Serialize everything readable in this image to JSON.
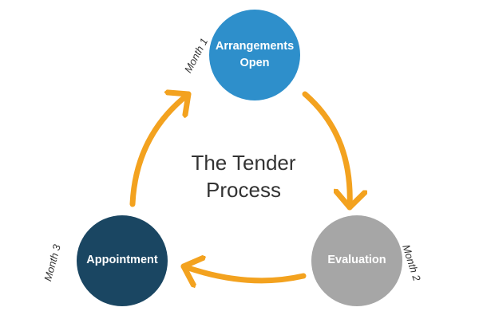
{
  "title": "The Tender Process",
  "colors": {
    "arrangements": "#2e8fcb",
    "evaluation": "#a6a6a6",
    "appointment": "#1a4662",
    "arrow": "#f3a21f",
    "text": "#333333"
  },
  "nodes": {
    "arrangements": {
      "line1": "Arrangements",
      "line2": "Open"
    },
    "evaluation": {
      "label": "Evaluation"
    },
    "appointment": {
      "label": "Appointment"
    }
  },
  "months": {
    "arrangements": "Month 1",
    "evaluation": "Month 2",
    "appointment": "Month 3"
  }
}
